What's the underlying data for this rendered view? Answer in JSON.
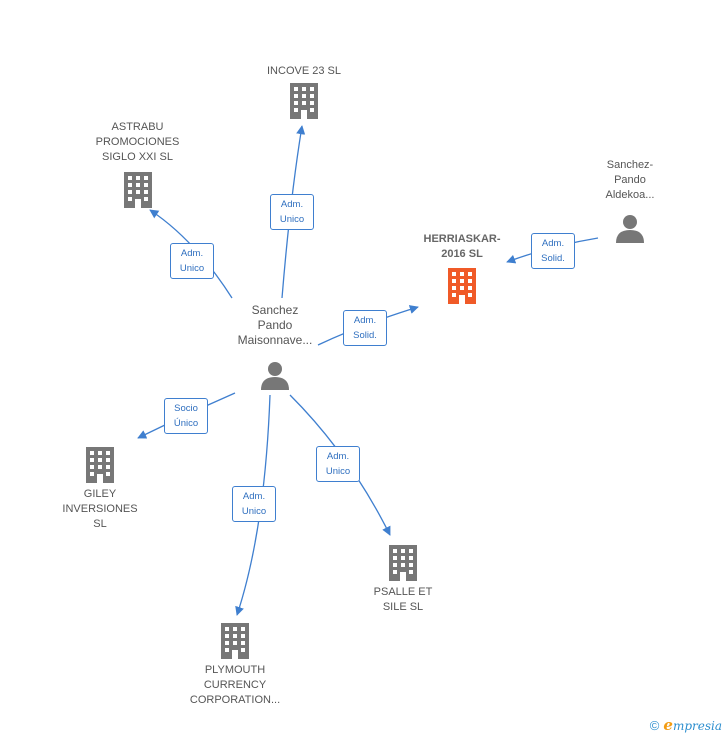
{
  "nodes": {
    "incove": {
      "label": "INCOVE 23  SL",
      "icon": "building-icon"
    },
    "astrabu": {
      "label": "ASTRABU\nPROMOCIONES\nSIGLO XXI SL",
      "icon": "building-icon"
    },
    "sanchez_aldekoa": {
      "label": "Sanchez-\nPando\nAldekoa...",
      "icon": "person-icon"
    },
    "herriaskar": {
      "label": "HERRIASKAR-\n2016  SL",
      "icon": "building-icon"
    },
    "sanchez_maisonnave": {
      "label": "Sanchez\nPando\nMaisonnave...",
      "icon": "person-icon"
    },
    "giley": {
      "label": "GILEY\nINVERSIONES\nSL",
      "icon": "building-icon"
    },
    "psalle": {
      "label": "PSALLE ET\nSILE  SL",
      "icon": "building-icon"
    },
    "plymouth": {
      "label": "PLYMOUTH\nCURRENCY\nCORPORATION...",
      "icon": "building-icon"
    }
  },
  "edges": {
    "to_incove": "Adm.\nUnico",
    "to_astrabu": "Adm.\nUnico",
    "to_herriaskar_main": "Adm.\nSolid.",
    "to_herriaskar_aldekoa": "Adm.\nSolid.",
    "to_giley": "Socio\nÚnico",
    "to_plymouth": "Adm.\nUnico",
    "to_psalle": "Adm.\nUnico"
  },
  "colors": {
    "edge": "#3f7fcf",
    "icon_gray": "#777777",
    "icon_highlight": "#f05a28"
  },
  "footer": {
    "copyright": "©",
    "brand_first": "e",
    "brand_rest": "mpresia"
  }
}
